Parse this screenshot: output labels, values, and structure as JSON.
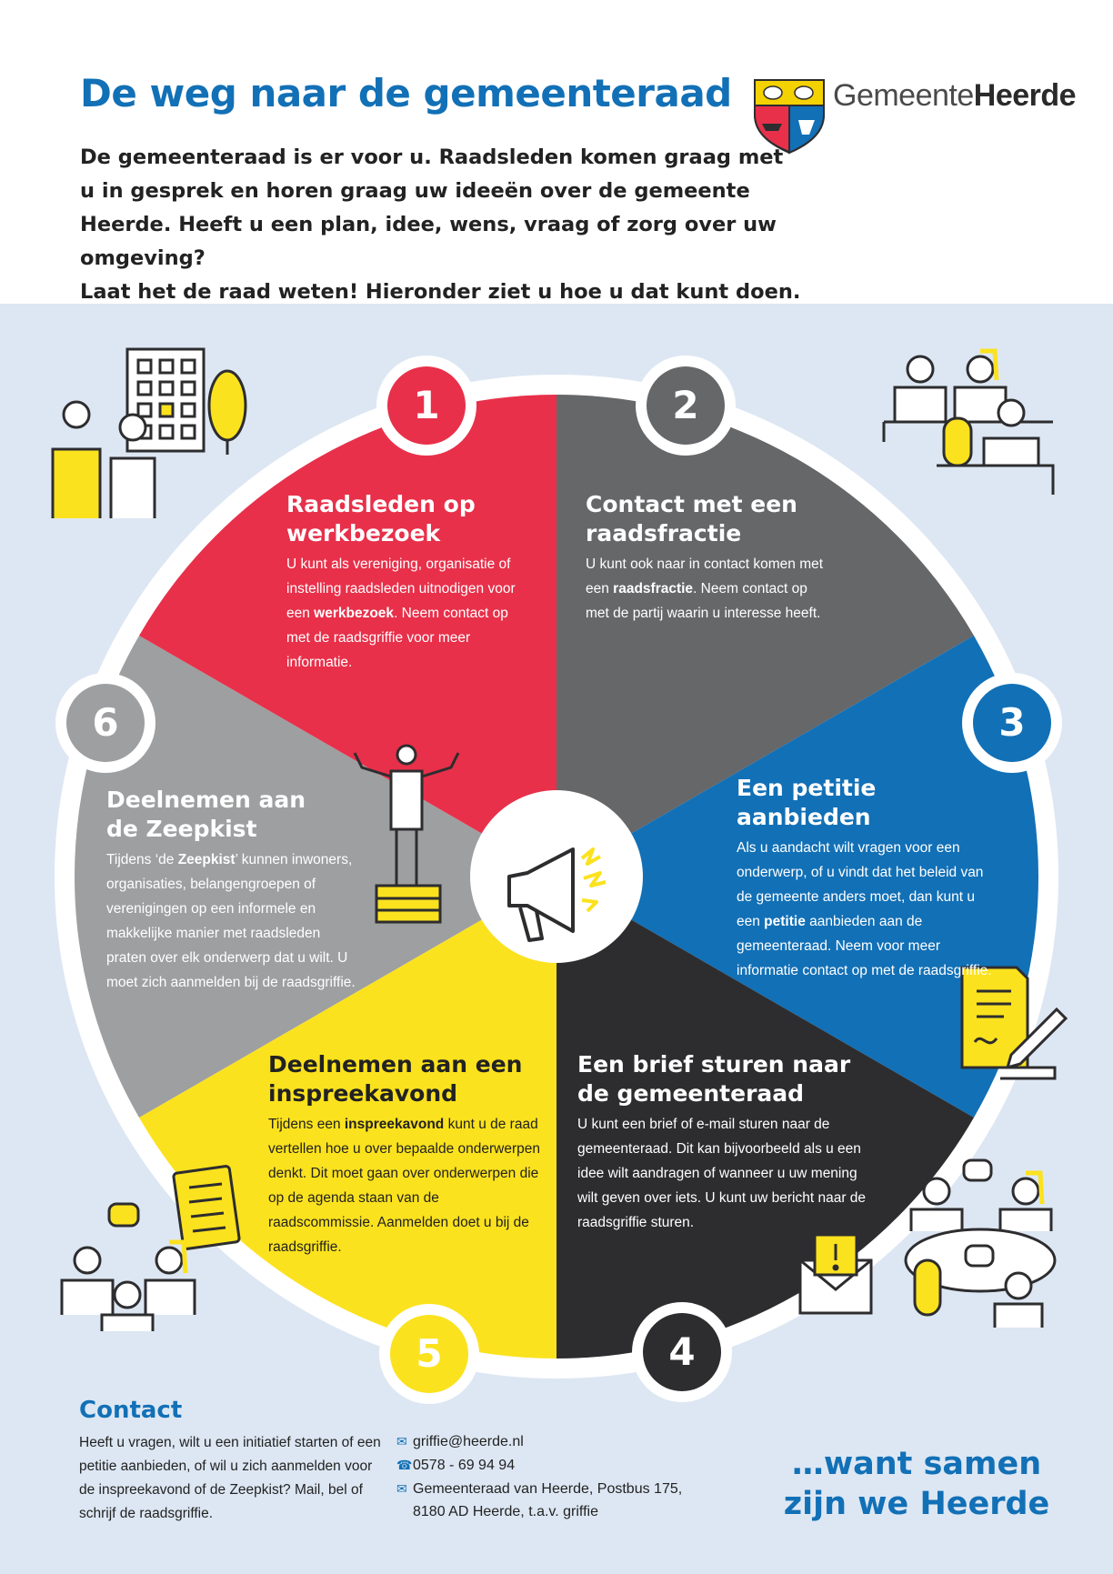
{
  "header": {
    "title": "De weg naar de gemeenteraad",
    "intro_lines": [
      "De gemeenteraad is er voor u. Raadsleden komen graag met",
      "u in gesprek en horen graag uw ideeën over de gemeente",
      "Heerde. Heeft u een plan, idee, wens, vraag of zorg over uw omgeving?",
      "Laat het de raad weten! Hieronder ziet u hoe u dat kunt doen."
    ],
    "logo_text_light": "Gemeente",
    "logo_text_bold": "Heerde"
  },
  "colors": {
    "blue": "#1270b6",
    "red": "#e8304a",
    "dark_grey": "#666769",
    "light_grey": "#9e9fa1",
    "yellow": "#fbe21e",
    "black": "#2d2d2f",
    "background": "#dde7f3"
  },
  "segments": [
    {
      "number": "1",
      "title_lines": [
        "Raadsleden op",
        "werkbezoek"
      ],
      "body": [
        {
          "t": "U kunt als vereniging, organisatie of instelling raadsleden uitnodigen voor een "
        },
        {
          "t": "werkbezoek",
          "b": true
        },
        {
          "t": ". Neem contact op met de raadsgriffie voor meer informatie."
        }
      ]
    },
    {
      "number": "2",
      "title_lines": [
        "Contact met een",
        "raadsfractie"
      ],
      "body": [
        {
          "t": "U kunt ook naar in contact komen met een "
        },
        {
          "t": "raadsfractie",
          "b": true
        },
        {
          "t": ". Neem contact op met de partij waarin u interesse heeft."
        }
      ]
    },
    {
      "number": "3",
      "title_lines": [
        "Een petitie aanbieden"
      ],
      "body": [
        {
          "t": "Als u aandacht wilt vragen voor een onderwerp, of u vindt dat het beleid van de gemeente anders moet, dan kunt u een "
        },
        {
          "t": "petitie",
          "b": true
        },
        {
          "t": " aanbieden aan de gemeenteraad. Neem voor meer informatie contact op met de raadsgriffie."
        }
      ]
    },
    {
      "number": "4",
      "title_lines": [
        "Een brief sturen naar",
        "de gemeenteraad"
      ],
      "body": [
        {
          "t": "U kunt een brief of e-mail sturen naar de gemeenteraad. Dit kan bijvoorbeeld als u een idee wilt aandragen of wanneer u uw mening wilt geven over iets. U kunt uw bericht naar de raadsgriffie sturen."
        }
      ]
    },
    {
      "number": "5",
      "title_lines": [
        "Deelnemen aan een",
        "inspreekavond"
      ],
      "body": [
        {
          "t": "Tijdens een "
        },
        {
          "t": "inspreekavond",
          "b": true
        },
        {
          "t": " kunt u de raad vertellen hoe u over bepaalde onderwerpen denkt. Dit moet gaan over onderwerpen die op de agenda staan van de raadscommissie. Aanmelden doet u bij de raadsgriffie."
        }
      ]
    },
    {
      "number": "6",
      "title_lines": [
        "Deelnemen aan",
        "de Zeepkist"
      ],
      "body": [
        {
          "t": "Tijdens ‘de "
        },
        {
          "t": "Zeepkist",
          "b": true
        },
        {
          "t": "’ kunnen inwoners, organisaties, belangengroepen of verenigingen op een informele en makkelijke manier met raadsleden praten over elk onderwerp dat u wilt. U moet zich aanmelden bij de raadsgriffie."
        }
      ]
    }
  ],
  "contact": {
    "heading": "Contact",
    "text": "Heeft u vragen, wilt u een initiatief starten of een petitie aanbieden, of wil u zich aanmelden voor de inspreekavond of de Zeepkist? Mail, bel of schrijf de raadsgriffie.",
    "email": "griffie@heerde.nl",
    "phone": "0578 - 69 94 94",
    "address_line1": "Gemeenteraad van Heerde, Postbus 175,",
    "address_line2": "8180 AD Heerde, t.a.v. griffie"
  },
  "slogan_lines": [
    "…want samen",
    "zijn we Heerde"
  ],
  "icons": [
    "building-icon",
    "people-meeting-icon",
    "signed-letter-icon",
    "email-letter-icon",
    "group-chat-icon",
    "notepad-icon",
    "megaphone-icon",
    "speaker-on-soapbox-icon"
  ]
}
